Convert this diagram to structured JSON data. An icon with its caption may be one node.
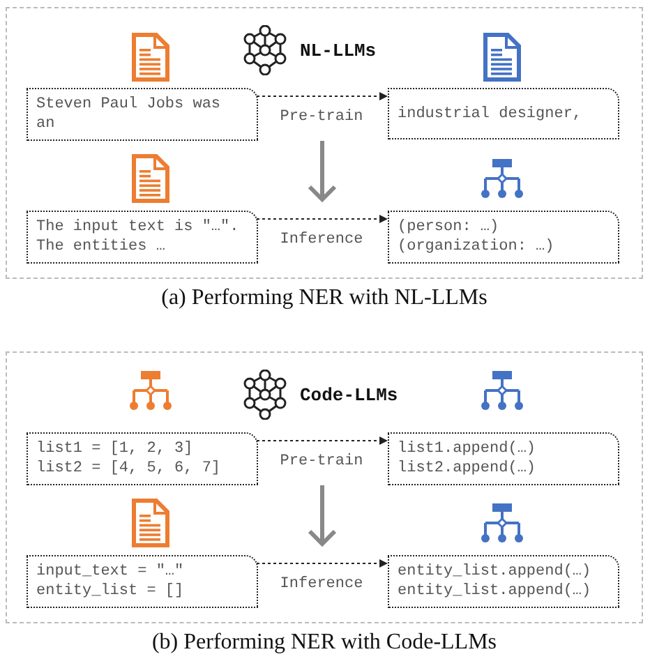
{
  "diagram": {
    "nodes": [
      {
        "text": [
          "(a) Performing NER with NL-LLMs"
        ]
      },
      {
        "text": [
          "NL-LLMs"
        ],
        "in": 0
      },
      {
        "text": [
          "Steven Paul Jobs was an"
        ],
        "in": 0
      },
      {
        "text": [
          "industrial designer,"
        ],
        "in": 0
      },
      {
        "text": [
          "The input text is \"…\". The entities …"
        ],
        "in": 0
      },
      {
        "text": [
          "(person: …)",
          "(organization: …)"
        ],
        "in": 0
      },
      {
        "text": [
          "(b) Performing NER with Code-LLMs"
        ]
      },
      {
        "text": [
          "Code-LLMs"
        ],
        "in": 6
      },
      {
        "text": [
          "list1 = [1, 2, 3]",
          "list2 = [4, 5, 6, 7]"
        ],
        "in": 6
      },
      {
        "text": [
          "list1.append(…)",
          "list2.append(…)"
        ],
        "in": 6
      },
      {
        "text": [
          "input_text = \"…\"",
          "entity_list = []"
        ],
        "in": 6
      },
      {
        "text": [
          "entity_list.append(…)",
          "entity_list.append(…)"
        ],
        "in": 6
      }
    ],
    "edges": [
      {
        "from": 2,
        "to": 3,
        "arrow": "to",
        "label": "Pre-train",
        "style": "dashed"
      },
      {
        "from": 4,
        "to": 5,
        "arrow": "to",
        "label": "Inference",
        "style": "dashed"
      },
      {
        "from": 8,
        "to": 9,
        "arrow": "to",
        "label": "Pre-train",
        "style": "dashed"
      },
      {
        "from": 10,
        "to": 11,
        "arrow": "to",
        "label": "Inference",
        "style": "dashed"
      }
    ]
  }
}
